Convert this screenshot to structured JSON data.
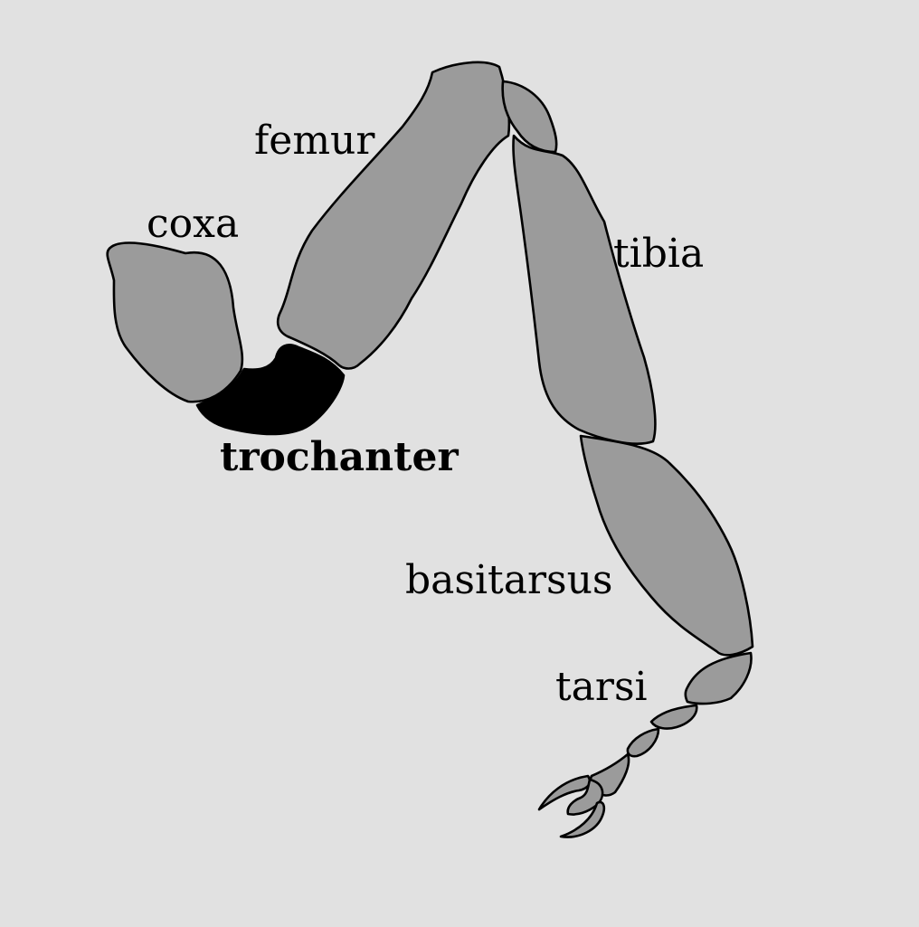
{
  "colors": {
    "background": "#e1e1e1",
    "segment_fill": "#9b9b9b",
    "highlight_fill": "#000000",
    "outline": "#000000"
  },
  "labels": {
    "femur": "femur",
    "coxa": "coxa",
    "tibia": "tibia",
    "trochanter": "trochanter",
    "basitarsus": "basitarsus",
    "tarsi": "tarsi"
  },
  "highlighted_segment": "trochanter"
}
